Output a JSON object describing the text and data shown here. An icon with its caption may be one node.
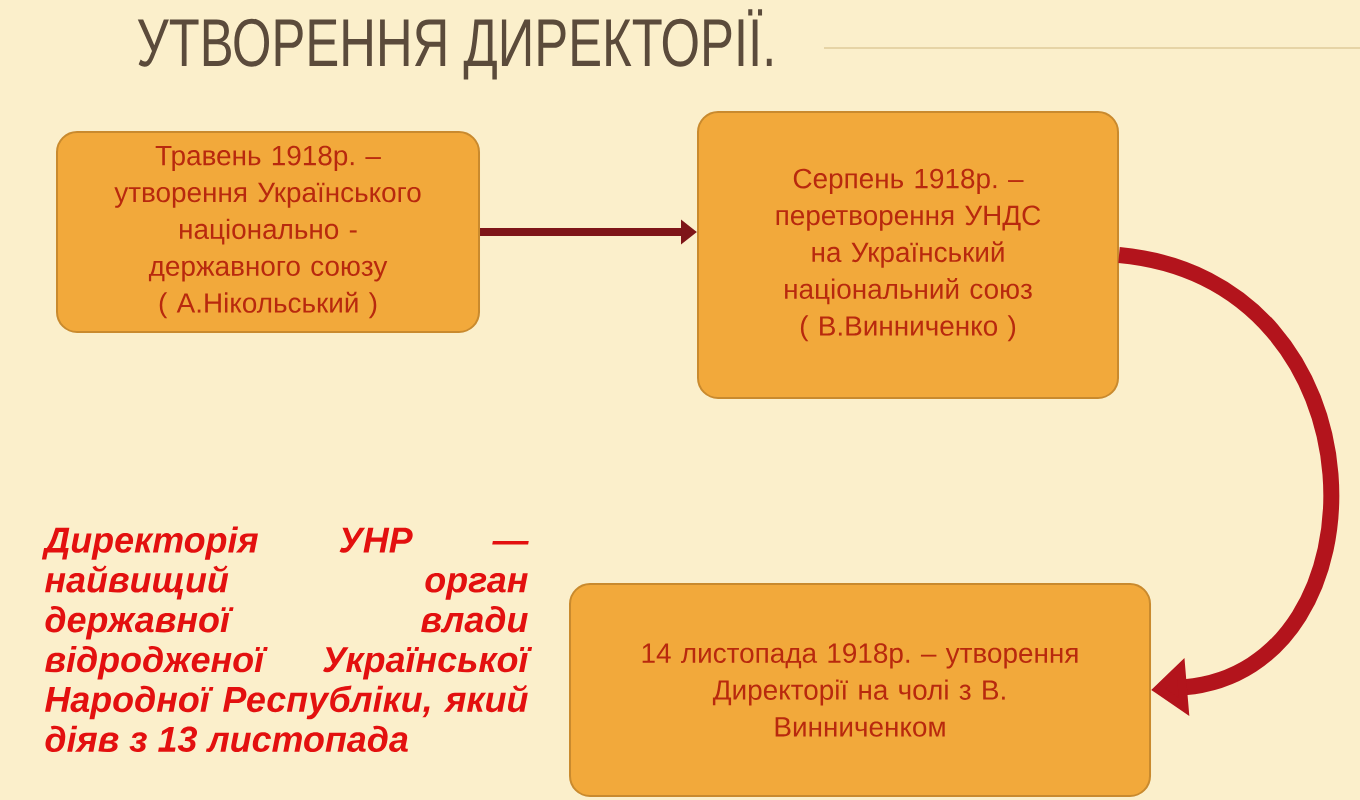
{
  "diagram": {
    "title": "УТВОРЕННЯ ДИРЕКТОРІЇ.",
    "nodes": [
      {
        "text": [
          "Травень 1918р. – утворення Українського національно - державного союзу ( А.Нікольський )"
        ]
      },
      {
        "text": [
          "Серпень 1918р. – перетворення УНДС на Український національний союз ( В.Винниченко )"
        ]
      },
      {
        "text": [
          "14 листопада 1918р. – утворення Директорії на чолі з В. Винниченком"
        ]
      }
    ],
    "edges": [
      {
        "from": 0,
        "to": 1,
        "arrow": "to"
      },
      {
        "from": 1,
        "to": 2,
        "arrow": "to",
        "style": "thick",
        "color": "#b3141c"
      }
    ],
    "labels": [
      "Директорія УНР — найвищий орган державної влади відродженої Української Народної Республіки, який діяв з 13 листопада"
    ]
  }
}
